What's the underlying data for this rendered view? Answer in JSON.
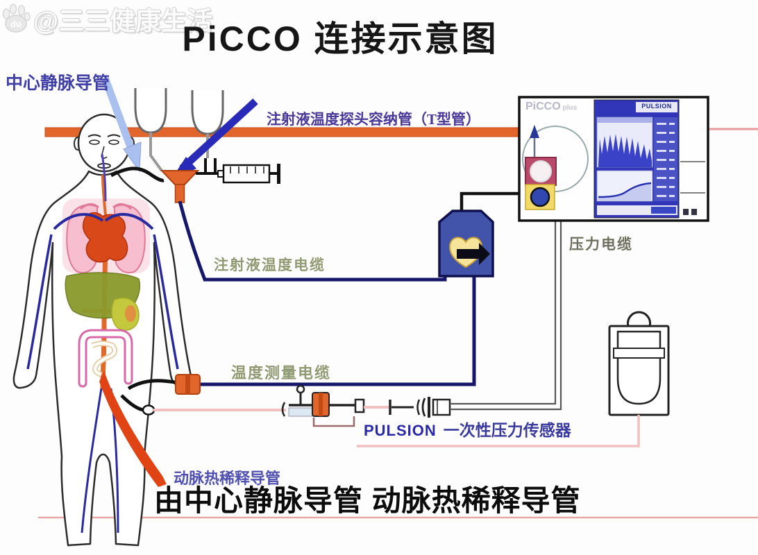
{
  "title": "PiCCO 连接示意图",
  "labels": {
    "central_venous_catheter": "中心静脉导管",
    "t_tube": "注射液温度探头容纳管（T型管）",
    "injectate_temp_cable": "注射液温度电缆",
    "temp_measure_cable": "温度测量电缆",
    "pulsion_brand": "PULSION",
    "disposable_pressure_sensor": "一次性压力传感器",
    "pressure_cable": "压力电缆",
    "arterial_thermodilution_catheter": "动脉热稀释导管"
  },
  "subtitle": "由中心静脉导管 动脉热稀释导管",
  "monitor": {
    "model_name": "PiCCO",
    "model_suffix": "plus",
    "screen_brand": "PULSION"
  },
  "watermark": {
    "badge": "du",
    "handle": "@三三健康生活"
  },
  "colors": {
    "accent_orange": "#e2662c",
    "cable_navy": "#16166a",
    "screen_blue": "#3136b8",
    "tube_pink": "#f2c0c0",
    "label_olive": "#8f9a72",
    "label_violet": "#4a3898",
    "brand_blue": "#2828a8",
    "femoral_red": "#e04414"
  }
}
